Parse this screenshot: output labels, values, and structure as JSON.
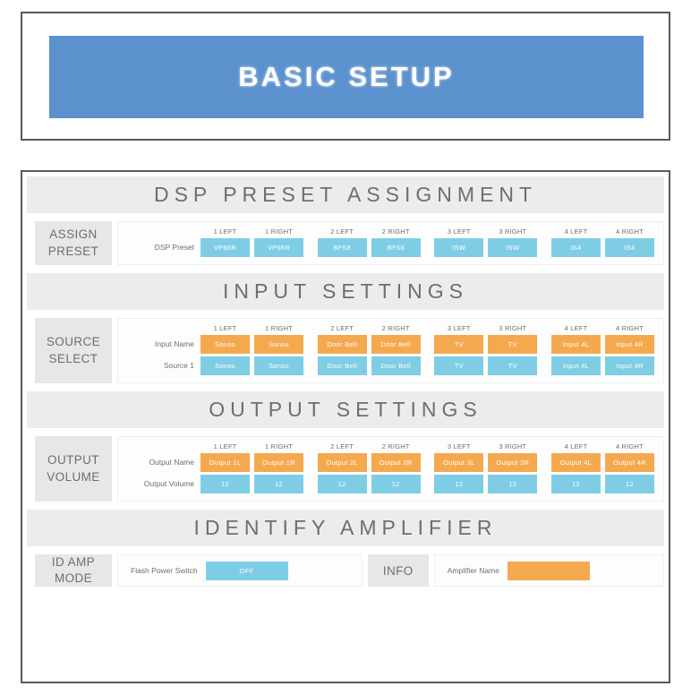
{
  "header": {
    "title": "BASIC SETUP"
  },
  "columns": [
    {
      "left": "1 LEFT",
      "right": "1 RIGHT"
    },
    {
      "left": "2 LEFT",
      "right": "2 RIGHT"
    },
    {
      "left": "3 LEFT",
      "right": "3 RIGHT"
    },
    {
      "left": "4 LEFT",
      "right": "4 RIGHT"
    }
  ],
  "sections": {
    "dsp": {
      "header": "DSP PRESET ASSIGNMENT",
      "side_label_line1": "ASSIGN",
      "side_label_line2": "PRESET",
      "rows": [
        {
          "label": "DSP Preset",
          "style": "blue",
          "values": [
            "VP66R",
            "VP66R",
            "8PS8",
            "8PS8",
            "ISW",
            "ISW",
            "IS4",
            "IS4"
          ]
        }
      ]
    },
    "input": {
      "header": "INPUT SETTINGS",
      "side_label_line1": "SOURCE",
      "side_label_line2": "SELECT",
      "rows": [
        {
          "label": "Input Name",
          "style": "orange",
          "values": [
            "Sonos",
            "Sonos",
            "Door Bell",
            "Door Bell",
            "TV",
            "TV",
            "Input 4L",
            "Input 4R"
          ]
        },
        {
          "label": "Source 1",
          "style": "blue",
          "values": [
            "Sonos",
            "Sonos",
            "Door Bell",
            "Door Bell",
            "TV",
            "TV",
            "Input 4L",
            "Input 4R"
          ]
        }
      ]
    },
    "output": {
      "header": "OUTPUT SETTINGS",
      "side_label_line1": "OUTPUT",
      "side_label_line2": "VOLUME",
      "rows": [
        {
          "label": "Output Name",
          "style": "orange",
          "values": [
            "Output 1L",
            "Output 1R",
            "Output 2L",
            "Output 2R",
            "Output 3L",
            "Output 3R",
            "Output 4L",
            "Output 4R"
          ]
        },
        {
          "label": "Output Volume",
          "style": "blue",
          "values": [
            "12",
            "12",
            "12",
            "12",
            "12",
            "12",
            "12",
            "12"
          ]
        }
      ]
    },
    "identify": {
      "header": "IDENTIFY AMPLIFIER",
      "side_label_line1": "ID AMP",
      "side_label_line2": "MODE",
      "flash_label": "Flash Power Switch",
      "flash_value": "OFF",
      "info_label": "INFO",
      "amp_name_label": "Amplifier Name",
      "amp_name_value": ""
    }
  },
  "colors": {
    "banner_blue": "#5b92ce",
    "chip_blue": "#7ecde5",
    "chip_orange": "#f5a94e",
    "side_label_gray": "#e6e7e8",
    "section_header_gray": "#ebecec",
    "text_gray": "#6d6e70"
  }
}
